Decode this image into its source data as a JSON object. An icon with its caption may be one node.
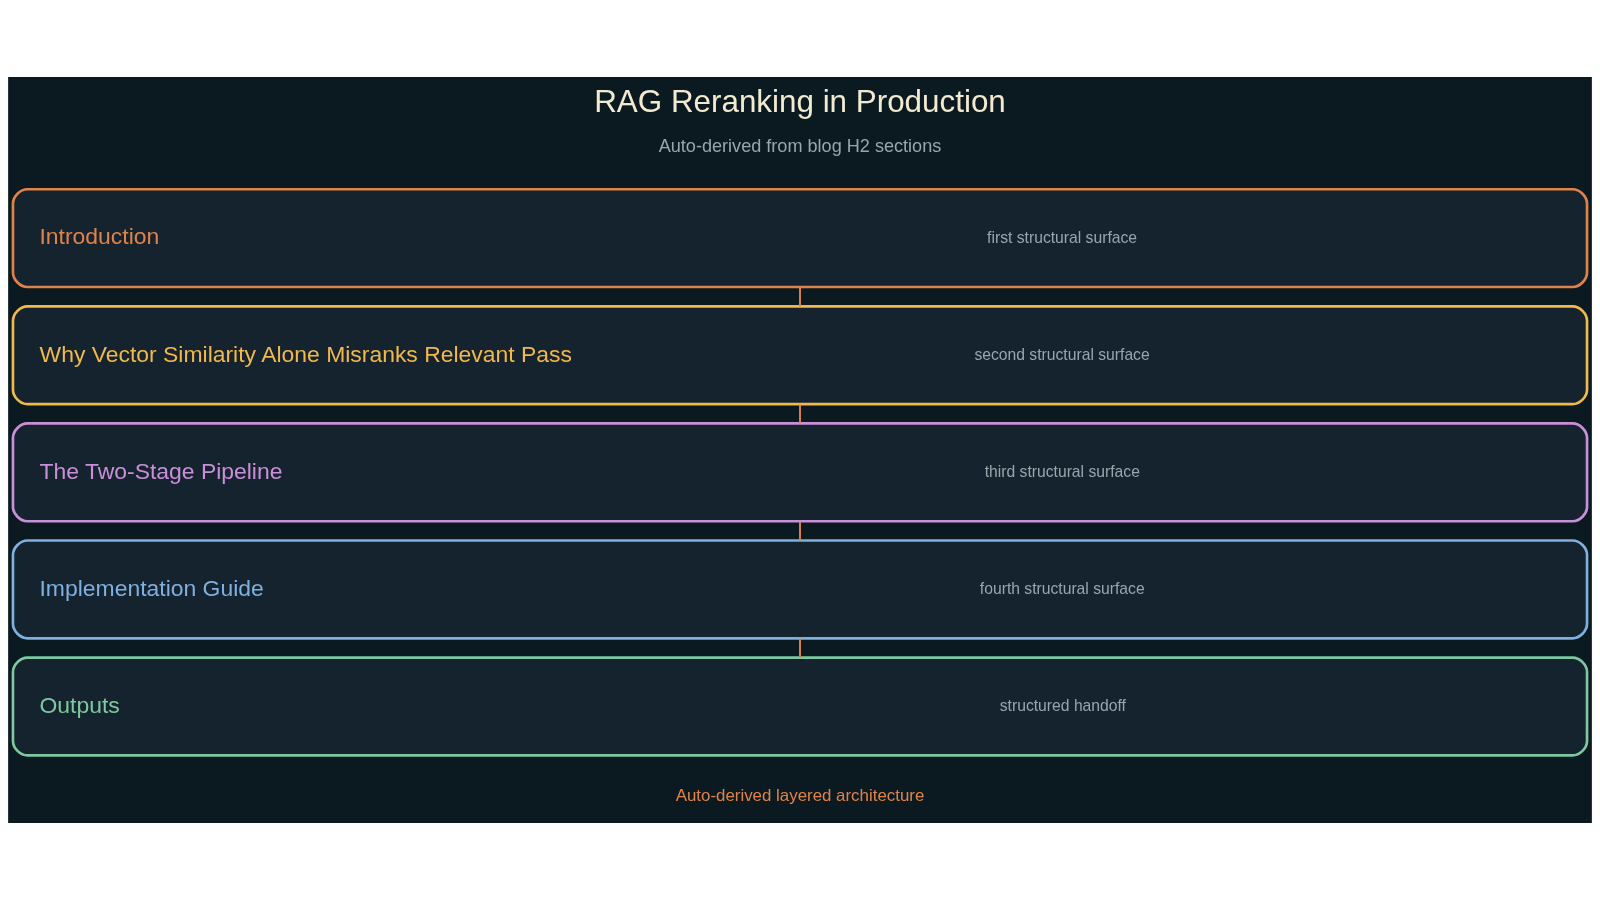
{
  "diagram": {
    "title": "RAG Reranking in Production",
    "caption": "Auto-derived layered architecture",
    "nodes": [
      {
        "text": [
          "Introduction",
          "first structural surface"
        ]
      },
      {
        "text": [
          "Why Vector Similarity Alone Misranks Relevant Pass",
          "second structural surface"
        ]
      },
      {
        "text": [
          "The Two-Stage Pipeline",
          "third structural surface"
        ]
      },
      {
        "text": [
          "Implementation Guide",
          "fourth structural surface"
        ]
      },
      {
        "text": [
          "Outputs",
          "structured handoff"
        ]
      }
    ],
    "edges": [
      {
        "from": 0,
        "to": 1,
        "arrow": "none"
      },
      {
        "from": 1,
        "to": 2,
        "arrow": "none"
      },
      {
        "from": 2,
        "to": 3,
        "arrow": "none"
      },
      {
        "from": 3,
        "to": 4,
        "arrow": "none"
      }
    ],
    "labels": [
      "Auto-derived from blog H2 sections"
    ]
  }
}
